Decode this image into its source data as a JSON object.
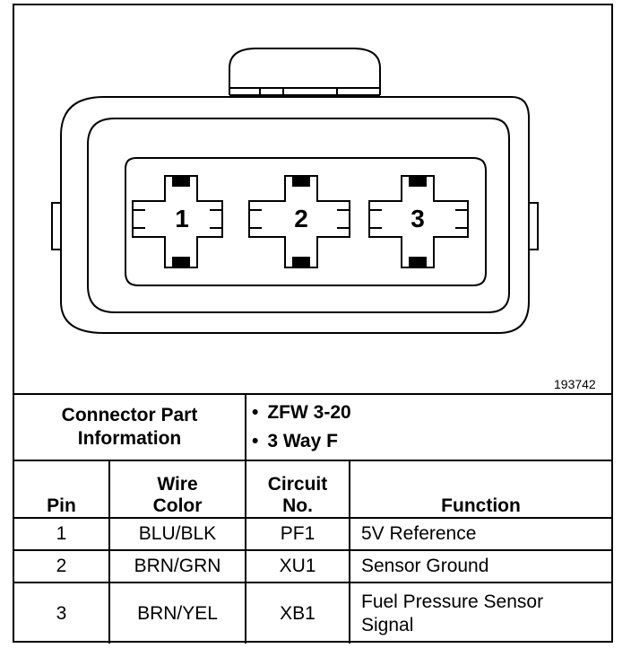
{
  "figure_number": "193742",
  "pins_diagram": [
    "1",
    "2",
    "3"
  ],
  "connector": {
    "label": "Connector Part Information",
    "label_line1": "Connector Part",
    "label_line2": "Information",
    "items": [
      "ZFW 3-20",
      "3 Way F"
    ]
  },
  "table": {
    "headers": {
      "pin": "Pin",
      "wire_line1": "Wire",
      "wire_line2": "Color",
      "circuit_line1": "Circuit",
      "circuit_line2": "No.",
      "function": "Function"
    },
    "rows": [
      {
        "pin": "1",
        "wire": "BLU/BLK",
        "circuit": "PF1",
        "function": "5V Reference",
        "function_line2": ""
      },
      {
        "pin": "2",
        "wire": "BRN/GRN",
        "circuit": "XU1",
        "function": "Sensor Ground",
        "function_line2": ""
      },
      {
        "pin": "3",
        "wire": "BRN/YEL",
        "circuit": "XB1",
        "function": "Fuel Pressure Sensor",
        "function_line2": "Signal"
      }
    ]
  }
}
